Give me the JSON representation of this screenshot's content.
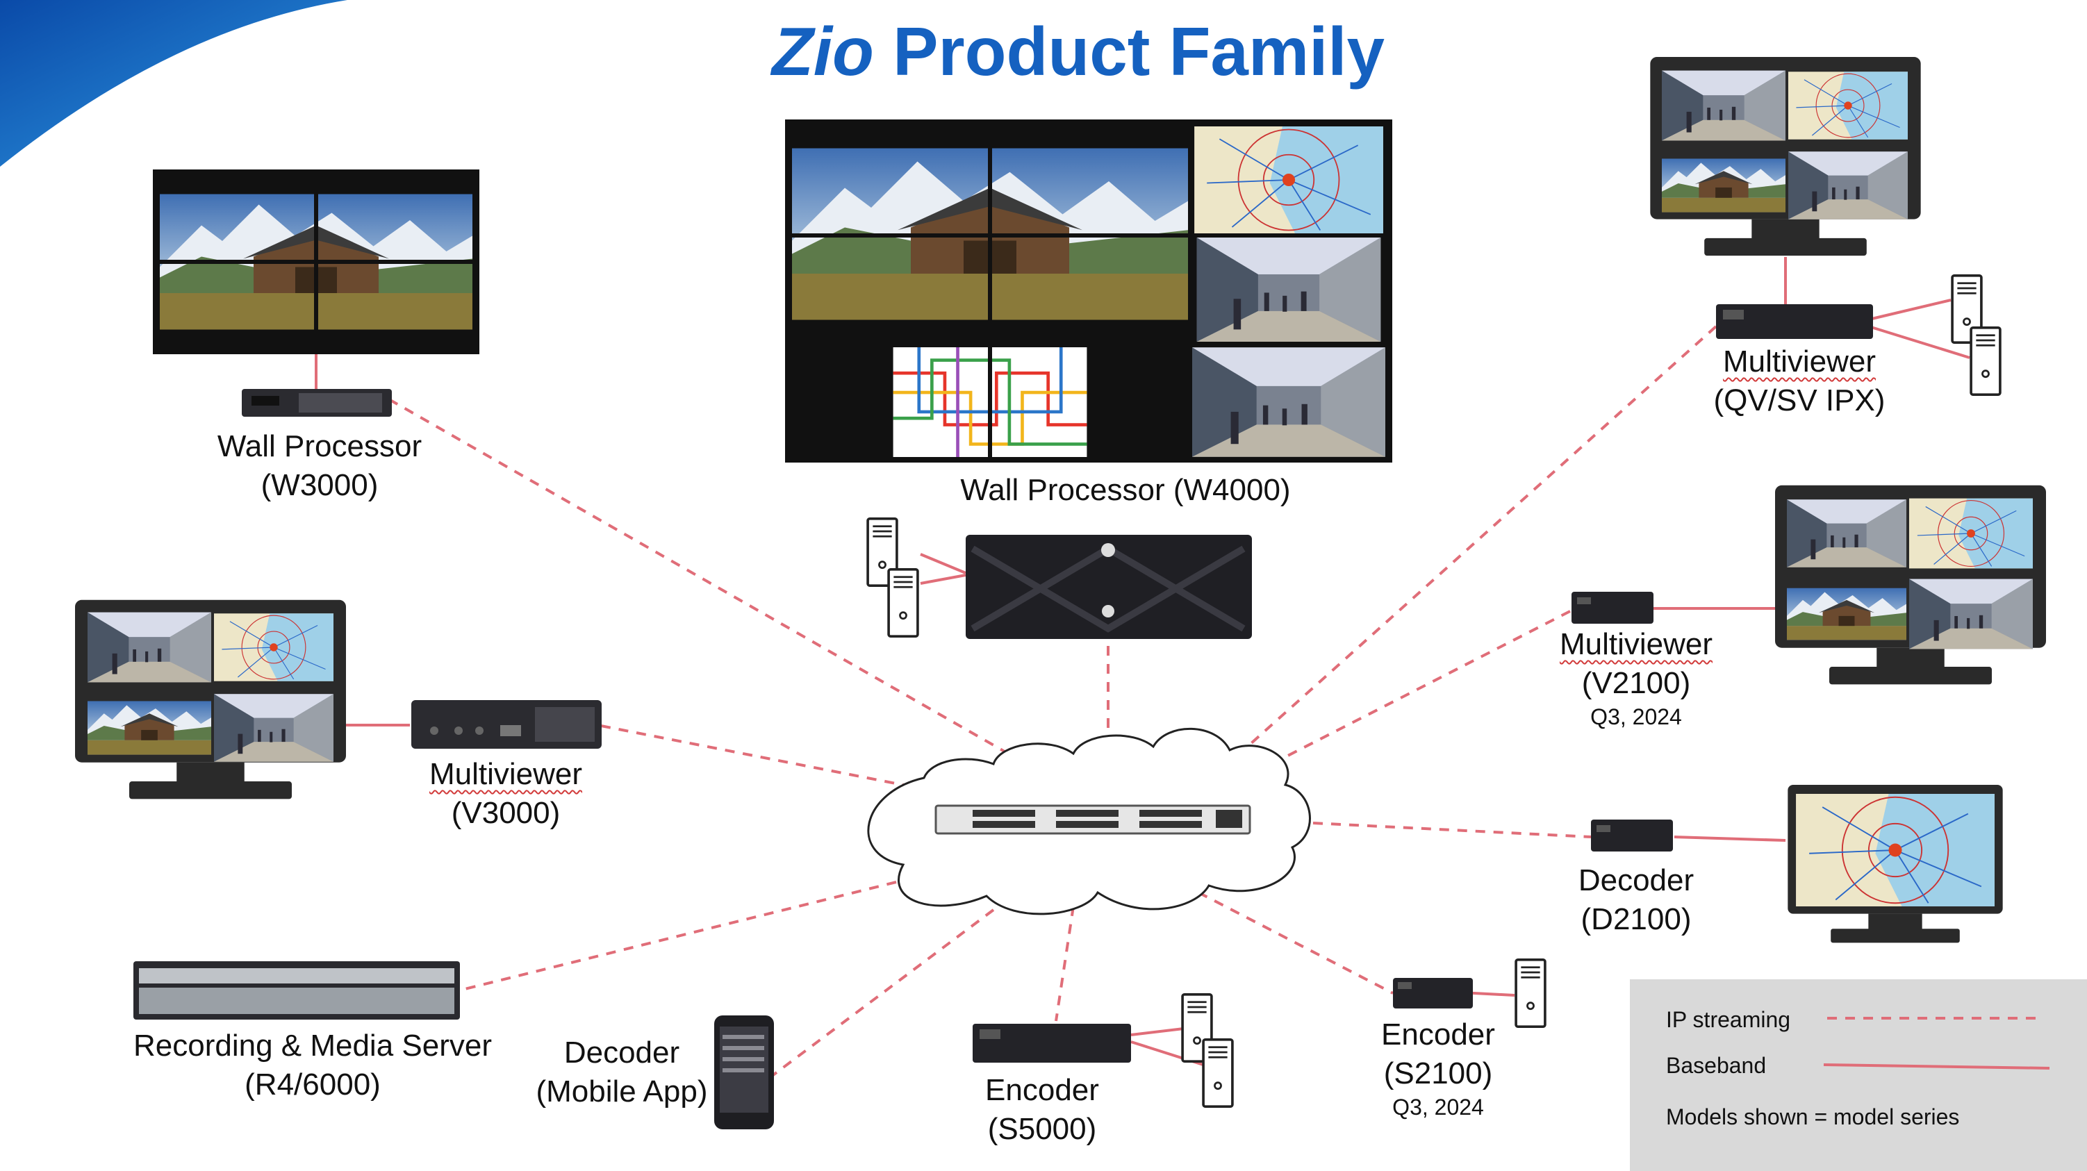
{
  "title": {
    "brand": "Zio",
    "rest": " Product Family"
  },
  "devices": {
    "w3000": {
      "name": "Wall Processor",
      "model": "(W3000)"
    },
    "w4000": {
      "name": "Wall Processor",
      "model": "(W4000)"
    },
    "qvsv": {
      "name": "Multiviewer",
      "model": "(QV/SV IPX)"
    },
    "v3000": {
      "name": "Multiviewer",
      "model": "(V3000)"
    },
    "v2100": {
      "name": "Multiviewer",
      "model": "(V2100)",
      "note": "Q3, 2024"
    },
    "d2100": {
      "name": "Decoder",
      "model": "(D2100)"
    },
    "r46000": {
      "name": "Recording & Media Server",
      "model": "(R4/6000)"
    },
    "mobile": {
      "name": "Decoder",
      "model": "(Mobile App)"
    },
    "s5000": {
      "name": "Encoder",
      "model": "(S5000)"
    },
    "s2100": {
      "name": "Encoder",
      "model": "(S2100)",
      "note": "Q3, 2024"
    }
  },
  "legend": {
    "ip_streaming": "IP streaming",
    "baseband": "Baseband",
    "note": "Models shown = model series"
  },
  "colors": {
    "title": "#1561c0",
    "link": "#e06d78",
    "legend_bg": "#d9d9d9"
  }
}
